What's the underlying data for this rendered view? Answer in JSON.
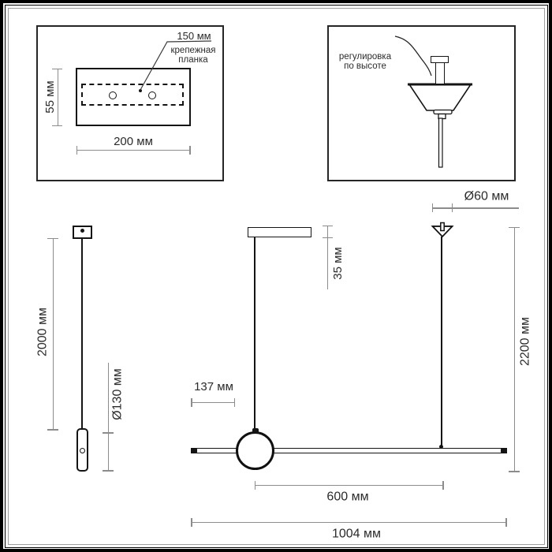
{
  "drawing": {
    "plate_panel": {
      "hole_spacing_label": "150 мм",
      "plate_label_line1": "крепежная",
      "plate_label_line2": "планка",
      "height_label": "55 мм",
      "width_label": "200 мм"
    },
    "canopy_panel": {
      "note_line1": "регулировка",
      "note_line2": "по высоте"
    },
    "side_view": {
      "length_label": "2000 мм",
      "diameter_label": "Ø130 мм"
    },
    "front_view": {
      "canopy_diameter_label": "Ø60 мм",
      "canopy_plate_label": "35 мм",
      "end_offset_label": "137 мм",
      "span_label": "600 мм",
      "width_label": "1004 мм",
      "height_label": "2200 мм"
    },
    "colors": {
      "outline": "#141414",
      "dimension_line": "#8c8c8c",
      "label_text": "#2b2b2b",
      "background": "#ffffff"
    }
  }
}
